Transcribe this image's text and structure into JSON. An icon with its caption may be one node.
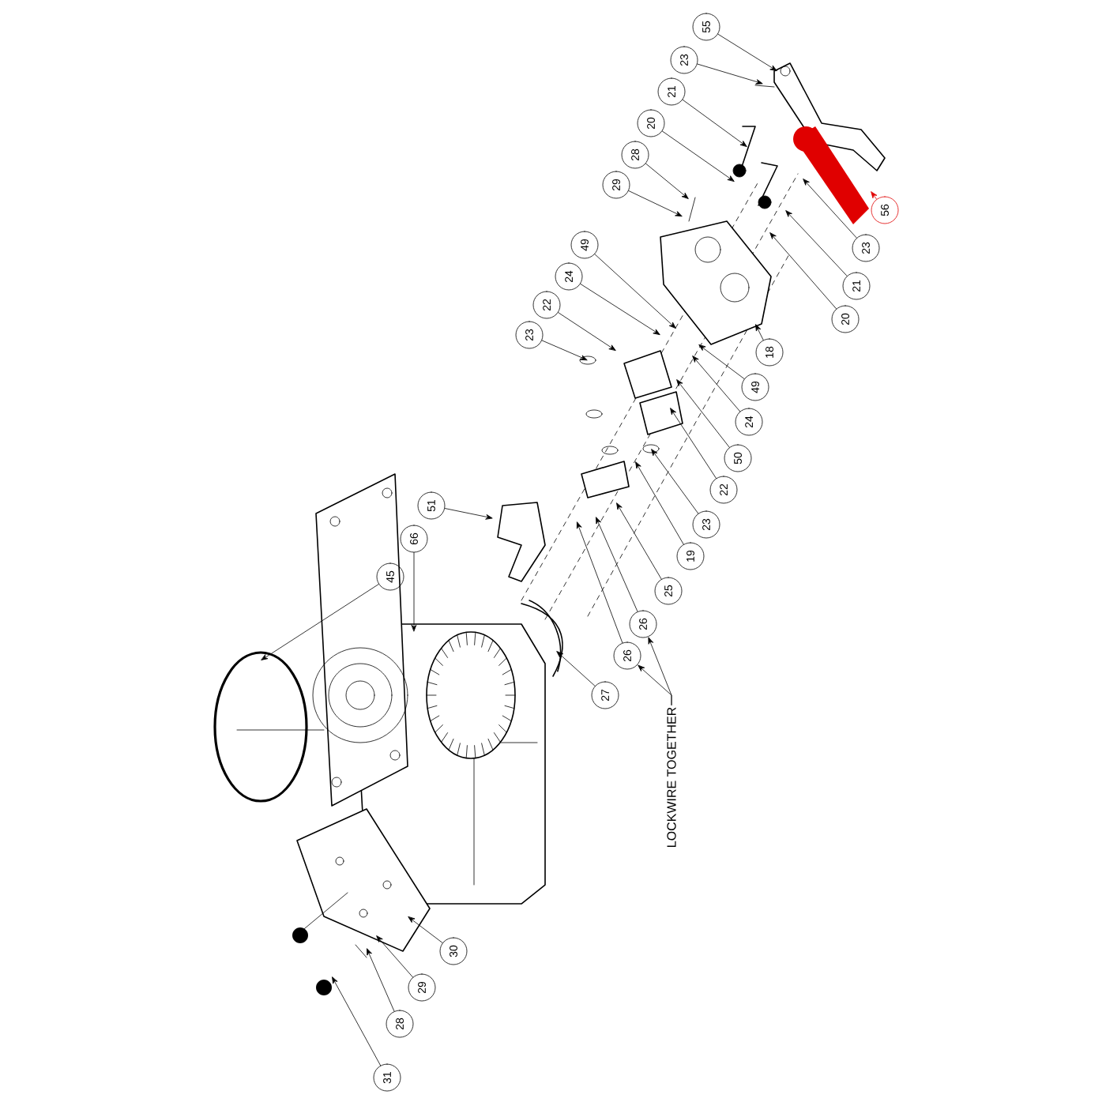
{
  "diagram": {
    "nodes": [
      {
        "text": [
          "55"
        ]
      },
      {
        "text": [
          "23"
        ]
      },
      {
        "text": [
          "21"
        ]
      },
      {
        "text": [
          "20"
        ]
      },
      {
        "text": [
          "28"
        ]
      },
      {
        "text": [
          "29"
        ]
      },
      {
        "text": [
          "56"
        ]
      },
      {
        "text": [
          "23"
        ]
      },
      {
        "text": [
          "21"
        ]
      },
      {
        "text": [
          "20"
        ]
      },
      {
        "text": [
          "18"
        ]
      },
      {
        "text": [
          "49"
        ]
      },
      {
        "text": [
          "24"
        ]
      },
      {
        "text": [
          "22"
        ]
      },
      {
        "text": [
          "23"
        ]
      },
      {
        "text": [
          "49"
        ]
      },
      {
        "text": [
          "24"
        ]
      },
      {
        "text": [
          "50"
        ]
      },
      {
        "text": [
          "22"
        ]
      },
      {
        "text": [
          "23"
        ]
      },
      {
        "text": [
          "19"
        ]
      },
      {
        "text": [
          "51"
        ]
      },
      {
        "text": [
          "25"
        ]
      },
      {
        "text": [
          "66"
        ]
      },
      {
        "text": [
          "45"
        ]
      },
      {
        "text": [
          "26"
        ]
      },
      {
        "text": [
          "26"
        ]
      },
      {
        "text": [
          "27"
        ]
      },
      {
        "text": [
          "LOCKWIRE TOGETHER"
        ]
      },
      {
        "text": [
          "30"
        ]
      },
      {
        "text": [
          "29"
        ]
      },
      {
        "text": [
          "28"
        ]
      },
      {
        "text": [
          "31"
        ]
      }
    ],
    "edges": [
      {
        "from": 0,
        "to": null,
        "arrow": "to"
      },
      {
        "from": 1,
        "to": null,
        "arrow": "to"
      },
      {
        "from": 2,
        "to": null,
        "arrow": "to"
      },
      {
        "from": 3,
        "to": null,
        "arrow": "to"
      },
      {
        "from": 4,
        "to": null,
        "arrow": "to"
      },
      {
        "from": 5,
        "to": null,
        "arrow": "to"
      },
      {
        "from": 6,
        "to": null,
        "arrow": "to",
        "color": "#e00000"
      },
      {
        "from": 7,
        "to": null,
        "arrow": "to"
      },
      {
        "from": 8,
        "to": null,
        "arrow": "to"
      },
      {
        "from": 9,
        "to": null,
        "arrow": "to"
      },
      {
        "from": 10,
        "to": null,
        "arrow": "to"
      },
      {
        "from": 11,
        "to": null,
        "arrow": "to"
      },
      {
        "from": 12,
        "to": null,
        "arrow": "to"
      },
      {
        "from": 13,
        "to": null,
        "arrow": "to"
      },
      {
        "from": 14,
        "to": null,
        "arrow": "to"
      },
      {
        "from": 15,
        "to": null,
        "arrow": "to"
      },
      {
        "from": 16,
        "to": null,
        "arrow": "to"
      },
      {
        "from": 17,
        "to": null,
        "arrow": "to"
      },
      {
        "from": 18,
        "to": null,
        "arrow": "to"
      },
      {
        "from": 19,
        "to": null,
        "arrow": "to"
      },
      {
        "from": 20,
        "to": null,
        "arrow": "to"
      },
      {
        "from": 21,
        "to": null,
        "arrow": "to"
      },
      {
        "from": 22,
        "to": null,
        "arrow": "to"
      },
      {
        "from": 23,
        "to": null,
        "arrow": "to"
      },
      {
        "from": 24,
        "to": null,
        "arrow": "to"
      },
      {
        "from": 25,
        "to": null,
        "arrow": "to"
      },
      {
        "from": 26,
        "to": null,
        "arrow": "to"
      },
      {
        "from": 27,
        "to": null,
        "arrow": "to"
      },
      {
        "from": 28,
        "to": 25,
        "arrow": "to"
      },
      {
        "from": 28,
        "to": 26,
        "arrow": "to"
      },
      {
        "from": 29,
        "to": null,
        "arrow": "to"
      },
      {
        "from": 30,
        "to": null,
        "arrow": "to"
      },
      {
        "from": 31,
        "to": null,
        "arrow": "to"
      },
      {
        "from": 32,
        "to": null,
        "arrow": "to"
      }
    ]
  }
}
